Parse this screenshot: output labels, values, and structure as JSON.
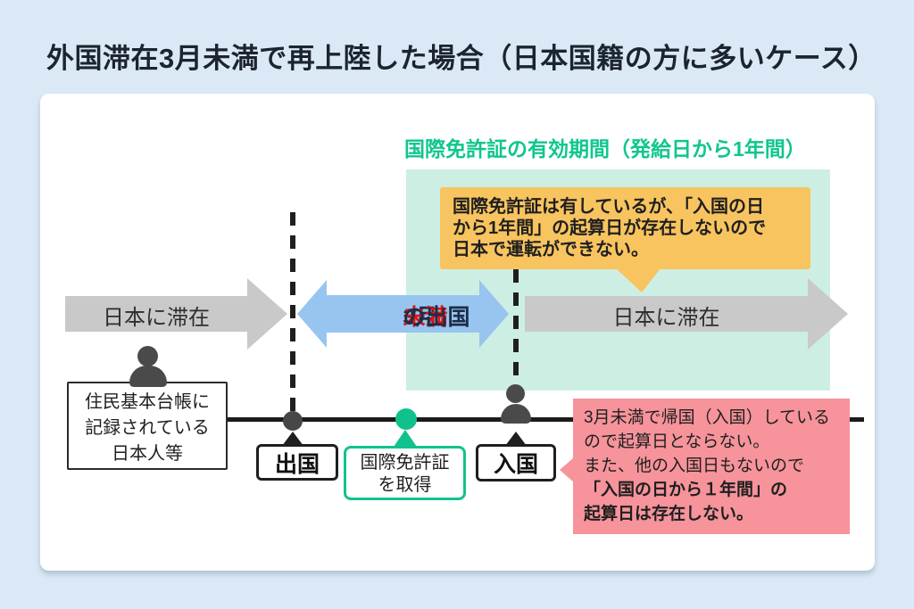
{
  "title": "外国滞在3月未満で再上陸した場合（日本国籍の方に多いケース）",
  "validity": {
    "heading": "国際免許証の有効期間（発給日から1年間）"
  },
  "orange_note": {
    "lines": [
      "国際免許証は有しているが、「入国の日",
      "から1年間」の起算日が存在しないので",
      "日本で運転ができない。"
    ]
  },
  "arrows": {
    "left_stay": "日本に滞在",
    "departure_span": {
      "prefix": "3月",
      "highlight": "未満",
      "suffix": "の出国"
    },
    "right_stay": "日本に滞在"
  },
  "resident_box": {
    "lines": [
      "住民基本台帳に",
      "記録されている",
      "日本人等"
    ]
  },
  "timeline_labels": {
    "departure": "出国",
    "license": {
      "lines": [
        "国際免許証",
        "を取得"
      ]
    },
    "entry": "入国"
  },
  "pink_note": {
    "normal_lines": [
      "3月未満で帰国（入国）している",
      "ので起算日とならない。",
      "また、他の入国日もないので"
    ],
    "bold_lines": [
      "「入国の日から１年間」の",
      "起算日は存在しない。"
    ]
  },
  "colors": {
    "page_bg": "#dbe9f6",
    "accent_green": "#0fc68f",
    "panel_green": "#cdefe3",
    "note_orange": "#f8c45f",
    "arrow_gray": "#c9c9c9",
    "arrow_blue": "#97c5ef",
    "note_pink": "#f6939b",
    "highlight_red": "#e5140b",
    "dark": "#1f1f1f"
  }
}
